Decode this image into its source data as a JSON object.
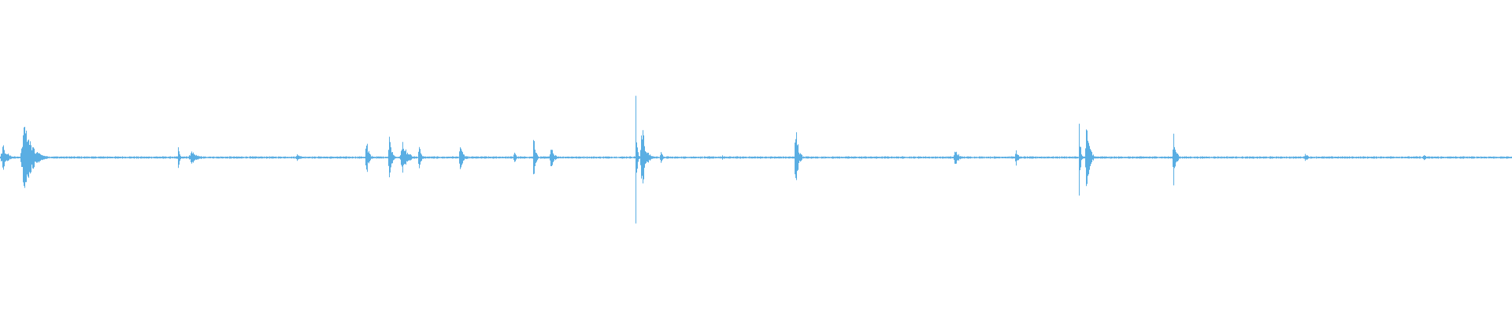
{
  "waveform": {
    "color": "#5aaee3",
    "background": "#ffffff",
    "bursts": [
      {
        "position": 0.0,
        "amplitude": 0.1,
        "duration": 0.012
      },
      {
        "position": 0.013,
        "amplitude": 0.3,
        "duration": 0.02
      },
      {
        "position": 0.117,
        "amplitude": 0.14,
        "duration": 0.003
      },
      {
        "position": 0.124,
        "amplitude": 0.05,
        "duration": 0.018
      },
      {
        "position": 0.195,
        "amplitude": 0.03,
        "duration": 0.01
      },
      {
        "position": 0.241,
        "amplitude": 0.16,
        "duration": 0.006
      },
      {
        "position": 0.256,
        "amplitude": 0.18,
        "duration": 0.006
      },
      {
        "position": 0.264,
        "amplitude": 0.12,
        "duration": 0.014
      },
      {
        "position": 0.276,
        "amplitude": 0.09,
        "duration": 0.006
      },
      {
        "position": 0.303,
        "amplitude": 0.1,
        "duration": 0.008
      },
      {
        "position": 0.339,
        "amplitude": 0.04,
        "duration": 0.006
      },
      {
        "position": 0.352,
        "amplitude": 0.29,
        "duration": 0.004
      },
      {
        "position": 0.363,
        "amplitude": 0.1,
        "duration": 0.008
      },
      {
        "position": 0.42,
        "amplitude": 0.46,
        "duration": 0.003
      },
      {
        "position": 0.423,
        "amplitude": 0.25,
        "duration": 0.01
      },
      {
        "position": 0.436,
        "amplitude": 0.04,
        "duration": 0.006
      },
      {
        "position": 0.477,
        "amplitude": 0.03,
        "duration": 0.002
      },
      {
        "position": 0.525,
        "amplitude": 0.28,
        "duration": 0.007
      },
      {
        "position": 0.63,
        "amplitude": 0.06,
        "duration": 0.01
      },
      {
        "position": 0.671,
        "amplitude": 0.06,
        "duration": 0.006
      },
      {
        "position": 0.713,
        "amplitude": 0.4,
        "duration": 0.003
      },
      {
        "position": 0.717,
        "amplitude": 0.3,
        "duration": 0.008
      },
      {
        "position": 0.775,
        "amplitude": 0.24,
        "duration": 0.006
      },
      {
        "position": 0.862,
        "amplitude": 0.03,
        "duration": 0.008
      },
      {
        "position": 0.94,
        "amplitude": 0.02,
        "duration": 0.01
      }
    ]
  }
}
